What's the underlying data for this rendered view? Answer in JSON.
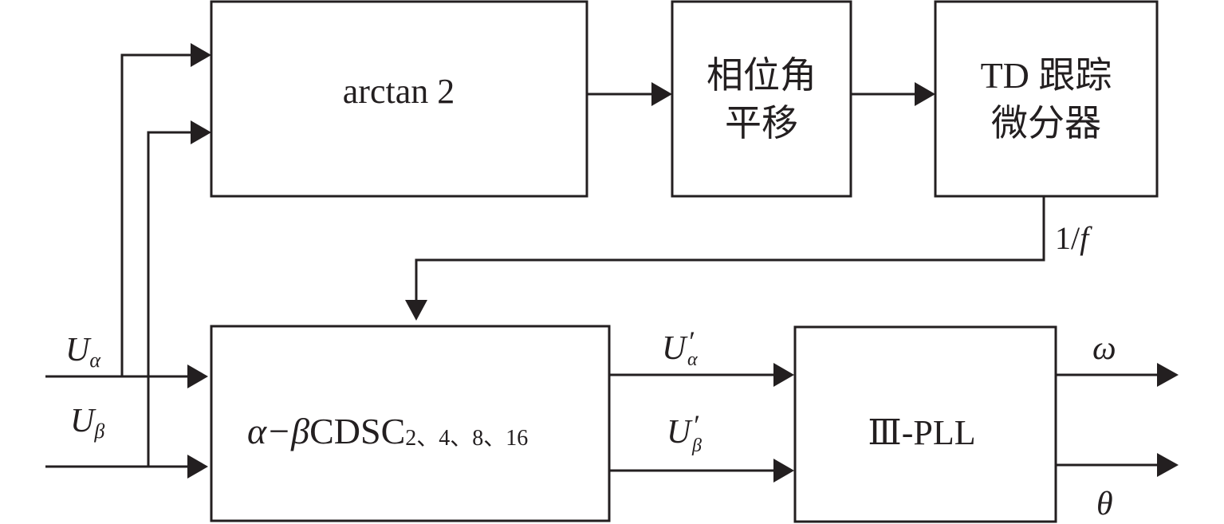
{
  "blocks": {
    "arctan": {
      "label": "arctan 2"
    },
    "phase_shift": {
      "line1": "相位角",
      "line2": "平移"
    },
    "td": {
      "line1": "TD 跟踪",
      "line2": "微分器"
    },
    "cdsc": {
      "prefix": "α−β",
      "main": "CDSC",
      "subscript": "2、4、8、16"
    },
    "pll": {
      "label": "Ⅲ-PLL"
    }
  },
  "signals": {
    "u_alpha": {
      "base": "U",
      "sub": "α"
    },
    "u_beta": {
      "base": "U",
      "sub": "β"
    },
    "u_alpha_prime": {
      "base": "U",
      "prime": "′",
      "sub": "α"
    },
    "u_beta_prime": {
      "base": "U",
      "prime": "′",
      "sub": "β"
    },
    "feedback": {
      "num": "1/",
      "var": "f"
    },
    "omega": "ω",
    "theta": "θ"
  },
  "colors": {
    "ink": "#231f20",
    "background": "#ffffff"
  }
}
